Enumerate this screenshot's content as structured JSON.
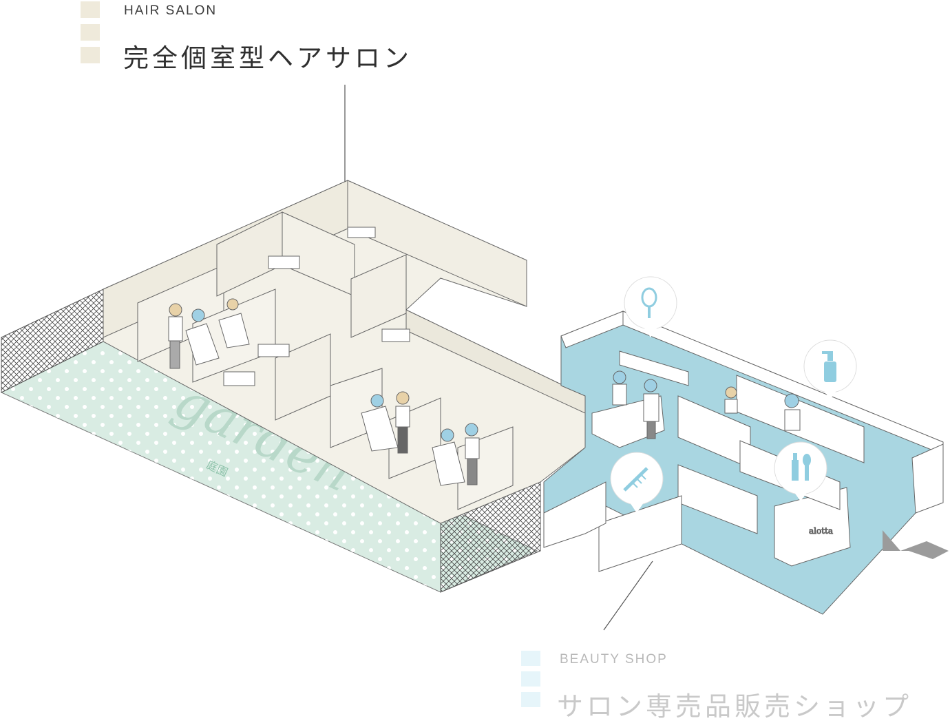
{
  "hair_salon": {
    "en": "HAIR SALON",
    "jp": "完全個室型ヘアサロン"
  },
  "beauty_shop": {
    "en": "BEAUTY SHOP",
    "jp": "サロン専売品販売ショップ"
  },
  "garden": {
    "script": "garden",
    "kanji": "庭園"
  },
  "counter_sign": "alotta",
  "colors": {
    "salon_floor": "#f3f1e8",
    "salon_wall": "#eeebdf",
    "shop_floor": "#a9d6e1",
    "garden_floor": "#d9ece3",
    "garden_dot": "#ffffff",
    "line": "#666666",
    "shop_icon": "#8fcde0",
    "arrow": "#9b9b9b"
  },
  "icons": [
    "hand-mirror-icon",
    "pump-bottle-icon",
    "comb-icon",
    "lipstick-brush-icon",
    "entrance-arrow-icon"
  ]
}
